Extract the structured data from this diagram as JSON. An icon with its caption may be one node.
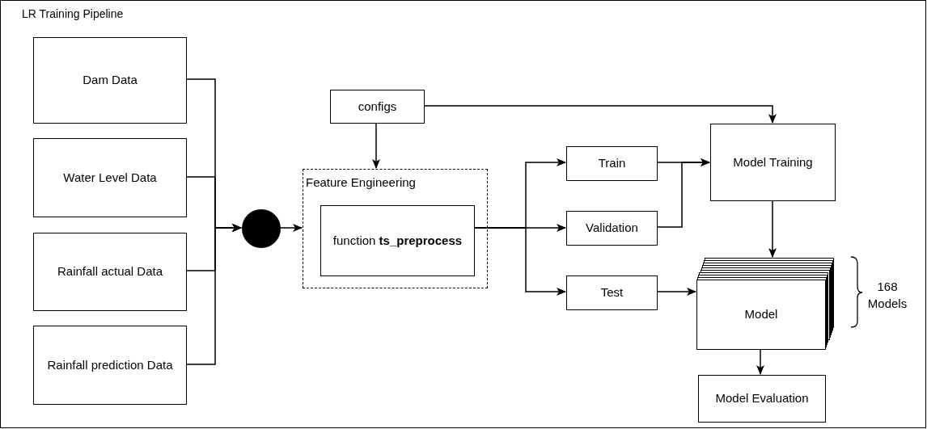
{
  "diagram": {
    "nodes": [
      {
        "text": [
          "LR Training Pipeline"
        ]
      },
      {
        "text": [
          "Dam Data"
        ],
        "in": 0
      },
      {
        "text": [
          "Water Level Data"
        ],
        "in": 0
      },
      {
        "text": [
          "Rainfall actual Data"
        ],
        "in": 0
      },
      {
        "text": [
          "Rainfall prediction Data"
        ],
        "in": 0
      },
      {
        "text": [],
        "shape": "circle",
        "in": 0
      },
      {
        "text": [
          "configs"
        ],
        "in": 0
      },
      {
        "text": [
          "Feature Engineering"
        ],
        "in": 0
      },
      {
        "text": [
          "function **ts_preprocess**"
        ],
        "in": 7
      },
      {
        "text": [
          "Train"
        ],
        "in": 0
      },
      {
        "text": [
          "Validation"
        ],
        "in": 0
      },
      {
        "text": [
          "Test"
        ],
        "in": 0
      },
      {
        "text": [
          "Model Training"
        ],
        "in": 0
      },
      {
        "text": [
          "Model"
        ],
        "in": 0,
        "beside": [
          "168 Models"
        ]
      },
      {
        "text": [
          "Model Evaluation"
        ],
        "in": 0
      }
    ],
    "edges": [
      {
        "from": 1,
        "to": 5,
        "arrow": "to"
      },
      {
        "from": 2,
        "to": 5,
        "arrow": "to"
      },
      {
        "from": 3,
        "to": 5,
        "arrow": "to"
      },
      {
        "from": 4,
        "to": 5,
        "arrow": "to"
      },
      {
        "from": 5,
        "to": 7,
        "arrow": "to"
      },
      {
        "from": 6,
        "to": 7,
        "arrow": "to"
      },
      {
        "from": 6,
        "to": 12,
        "arrow": "to"
      },
      {
        "from": 8,
        "to": 9,
        "arrow": "to"
      },
      {
        "from": 8,
        "to": 10,
        "arrow": "to"
      },
      {
        "from": 8,
        "to": 11,
        "arrow": "to"
      },
      {
        "from": 9,
        "to": 12,
        "arrow": "to"
      },
      {
        "from": 10,
        "to": 12,
        "arrow": "to"
      },
      {
        "from": 11,
        "to": 13,
        "arrow": "to"
      },
      {
        "from": 12,
        "to": 13,
        "arrow": "to"
      },
      {
        "from": 13,
        "to": 14,
        "arrow": "to"
      }
    ]
  }
}
